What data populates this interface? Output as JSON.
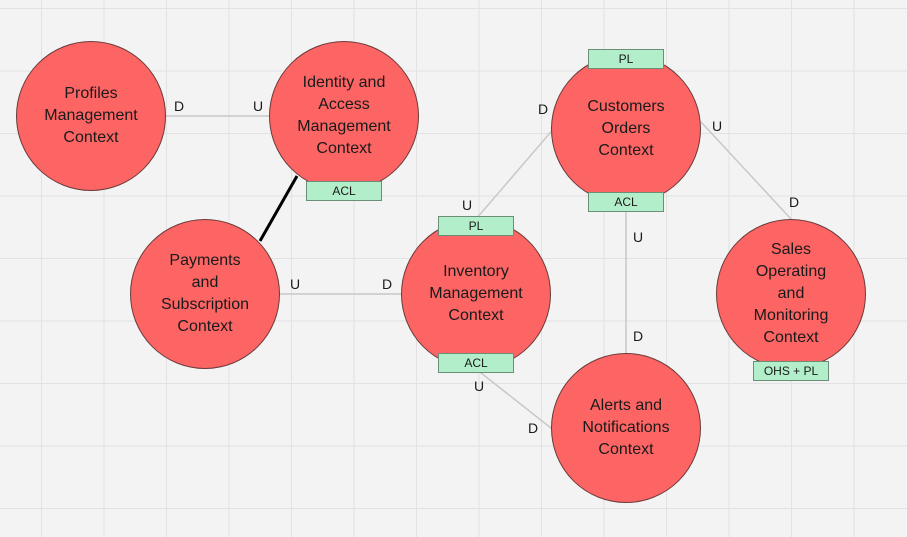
{
  "nodes": [
    {
      "id": "profiles",
      "label": "Profiles\nManagement\nContext"
    },
    {
      "id": "iam",
      "label": "Identity and\nAccess\nManagement\nContext"
    },
    {
      "id": "payments",
      "label": "Payments\nand\nSubscription\nContext"
    },
    {
      "id": "inventory",
      "label": "Inventory\nManagement\nContext"
    },
    {
      "id": "orders",
      "label": "Customers\nOrders\nContext"
    },
    {
      "id": "alerts",
      "label": "Alerts and\nNotifications\nContext"
    },
    {
      "id": "sales",
      "label": "Sales\nOperating\nand\nMonitoring\nContext"
    }
  ],
  "tags": [
    {
      "node": "iam",
      "label": "ACL"
    },
    {
      "node": "orders",
      "label": "PL"
    },
    {
      "node": "orders",
      "label": "ACL"
    },
    {
      "node": "inventory",
      "label": "PL"
    },
    {
      "node": "inventory",
      "label": "ACL"
    },
    {
      "node": "sales",
      "label": "OHS + PL"
    }
  ],
  "relations": [
    {
      "from": "profiles",
      "to": "iam",
      "from_role": "D",
      "to_role": "U"
    },
    {
      "from": "iam",
      "to": "payments",
      "from_role": "",
      "to_role": "",
      "style": "strong"
    },
    {
      "from": "payments",
      "to": "inventory",
      "from_role": "U",
      "to_role": "D"
    },
    {
      "from": "inventory",
      "to": "orders",
      "from_role": "U",
      "to_role": "D"
    },
    {
      "from": "orders",
      "to": "sales",
      "from_role": "U",
      "to_role": "D"
    },
    {
      "from": "orders",
      "to": "alerts",
      "from_role": "U",
      "to_role": "D"
    },
    {
      "from": "inventory",
      "to": "alerts",
      "from_role": "U",
      "to_role": "D"
    }
  ],
  "colors": {
    "node_fill": "#fd6464",
    "tag_fill": "#b2eeca",
    "link": "#c8c8c8",
    "strong_link": "#000000"
  }
}
